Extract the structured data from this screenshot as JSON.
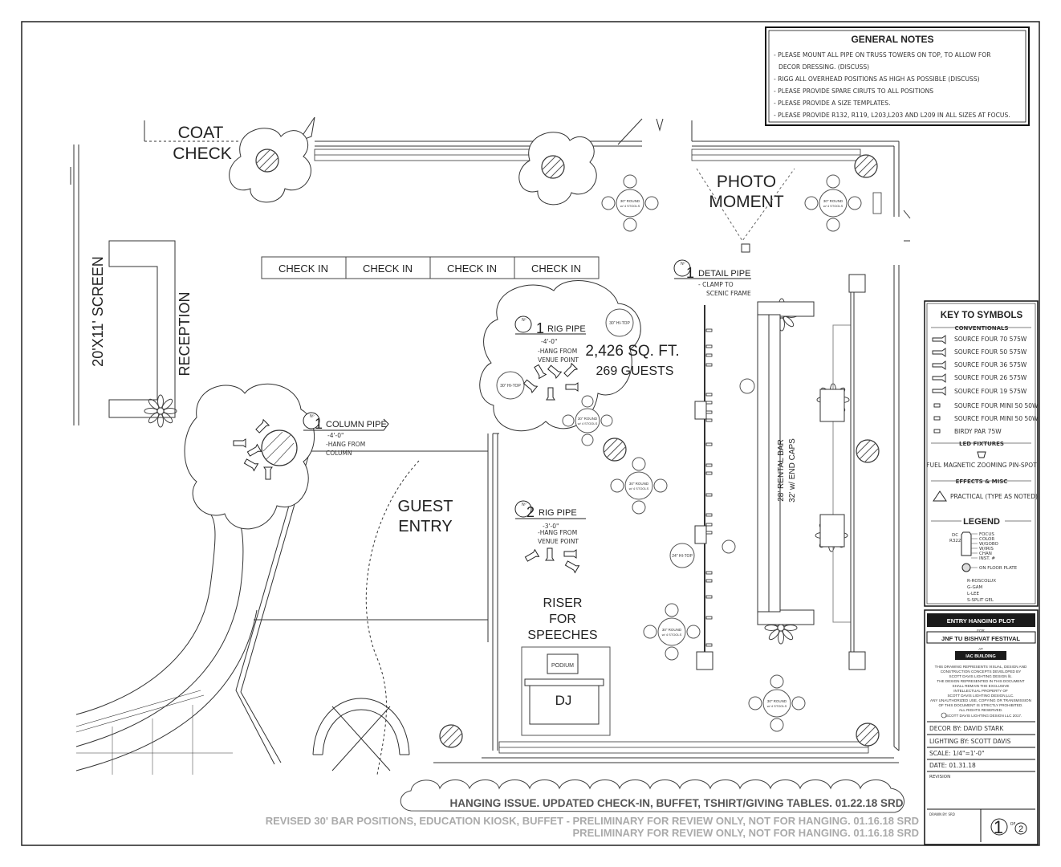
{
  "room_labels": {
    "coat": "COAT",
    "check": "CHECK",
    "photo": "PHOTO",
    "moment": "MOMENT",
    "screen": "20'X11' SCREEN",
    "reception": "RECEPTION",
    "guest": "GUEST",
    "entry": "ENTRY",
    "riser": "RISER",
    "for": "FOR",
    "speeches": "SPEECHES",
    "podium": "PODIUM",
    "dj": "DJ",
    "sqft": "2,426 SQ. FT.",
    "guests": "269 GUESTS",
    "bar_line1": "28' RENTAL BAR",
    "bar_line2": "32' w/ END CAPS"
  },
  "check_in": [
    "CHECK IN",
    "CHECK IN",
    "CHECK IN",
    "CHECK IN"
  ],
  "tables": {
    "round_stools": "30\" ROUND",
    "round_stools_sub": "w/ 4 STOOLS",
    "hi_top_30": "30\" HI-TOP",
    "hi_top_24": "24\" HI-TOP"
  },
  "positions": {
    "rig1": {
      "num": "1",
      "name": "RIG PIPE",
      "trim": "-4'-0\"",
      "note1": "-HANG FROM",
      "note2": "VENUE POINT"
    },
    "rig2": {
      "num": "2",
      "name": "RIG PIPE",
      "trim": "-3'-0\"",
      "note1": "-HANG FROM",
      "note2": "VENUE POINT"
    },
    "column": {
      "num": "1",
      "name": "COLUMN PIPE",
      "trim": "-4'-0\"",
      "note1": "-HANG FROM",
      "note2": "COLUMN"
    },
    "detail": {
      "num": "1",
      "name": "DETAIL PIPE",
      "note1": "- CLAMP TO",
      "note2": "SCENIC FRAME"
    }
  },
  "general_notes": {
    "title": "GENERAL NOTES",
    "lines": [
      "- PLEASE MOUNT ALL PIPE ON TRUSS TOWERS ON TOP, TO ALLOW FOR",
      "DECOR DRESSING. (DISCUSS)",
      "- RIGG ALL OVERHEAD POSITIONS AS HIGH AS POSSIBLE (DISCUSS)",
      "- PLEASE PROVIDE SPARE CIRUTS TO ALL POSITIONS",
      "- PLEASE PROVIDE A SIZE TEMPLATES.",
      "- PLEASE PROVIDE R132, R119, L203,L203 AND L209 IN ALL SIZES AT FOCUS."
    ]
  },
  "key": {
    "title": "KEY TO SYMBOLS",
    "conventionals": "CONVENTIONALS",
    "items": [
      "SOURCE FOUR 70 575W",
      "SOURCE FOUR 50 575W",
      "SOURCE FOUR 36 575W",
      "SOURCE FOUR 26 575W",
      "SOURCE FOUR 19 575W",
      "SOURCE FOUR MINI 50 50W",
      "SOURCE FOUR MINI 50 50W",
      "BIRDY PAR 75W"
    ],
    "led": "LED FIXTURES",
    "led_item": "FUEL MAGNETIC ZOOMING PIN-SPOT",
    "effects": "EFFECTS & MISC",
    "practical": "PRACTICAL (TYPE AS NOTED)",
    "legend": "LEGEND",
    "legend_labels": [
      "FOCUS",
      "COLOR",
      "W/GOBO",
      "W/IRIS",
      "CHAN",
      "INST. #"
    ],
    "legend_codes": [
      "DC",
      "R322"
    ],
    "floor_plate": "ON FLOOR PLATE",
    "gels": [
      "R-ROSCOLUX",
      "G-GAM",
      "L-LEE",
      "S-SPLIT GEL"
    ]
  },
  "title_block": {
    "plot": "ENTRY HANGING PLOT",
    "for": "FOR",
    "event": "JNF TU BISHVAT FESTIVAL",
    "at": "AT",
    "venue": "IAC BUILDING",
    "disclaimer": [
      "THIS DRAWING REPRESENTS VISUAL, DESIGN AND",
      "CONSTRUCTION CONCEPTS DEVELOPED BY",
      "SCOTT DAVIS LIGHTING DESIGN llc.",
      "THE DESIGN REPRESENTED IN THIS DOCUMENT",
      "SHALL REMAIN THE EXCLUSIVE",
      "INTELLECTUAL PROPERTY OF",
      "SCOTT DAVIS LIGHTING DESIGN,LLC.",
      "ANY UNAUTHORIZED USE, COPYING OR TRANSMISSION",
      "OF THIS DOCUMENT IS STRICTLY PROHIBITED.",
      "ALL RIGHTS RESERVED."
    ],
    "copyright": "SCOTT DAVIS LIGHTING DESIGN LLC 2017.",
    "decor": "DECOR BY: DAVID STARK",
    "lighting": "LIGHTING BY: SCOTT DAVIS",
    "scale": "SCALE: 1/4\"=1'-0\"",
    "date": "DATE: 01.31.18",
    "revision": "REVISION",
    "drawn": "DRAWN BY: SRD",
    "page": "1",
    "of": "OF",
    "total": "2"
  },
  "revisions": {
    "r1": "HANGING ISSUE. UPDATED CHECK-IN, BUFFET, TSHIRT/GIVING TABLES. 01.22.18 SRD",
    "r2": "REVISED 30' BAR POSITIONS, EDUCATION KIOSK, BUFFET - PRELIMINARY FOR REVIEW ONLY, NOT FOR HANGING. 01.16.18 SRD",
    "r3": "PRELIMINARY FOR REVIEW ONLY, NOT FOR HANGING. 01.16.18 SRD"
  },
  "colors": {
    "ink": "#222222",
    "light_ink": "#888888",
    "title_bar": "#1a1a1a"
  }
}
